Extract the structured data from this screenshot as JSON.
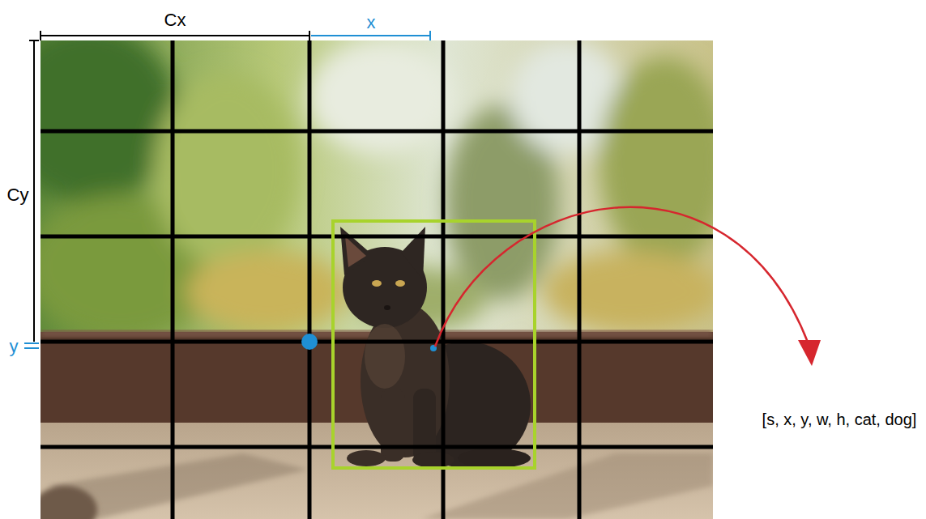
{
  "diagram": {
    "labels": [
      "Cx",
      "x",
      "Cy",
      "y",
      "[s, x, y, w, h, cat, dog]"
    ]
  }
}
